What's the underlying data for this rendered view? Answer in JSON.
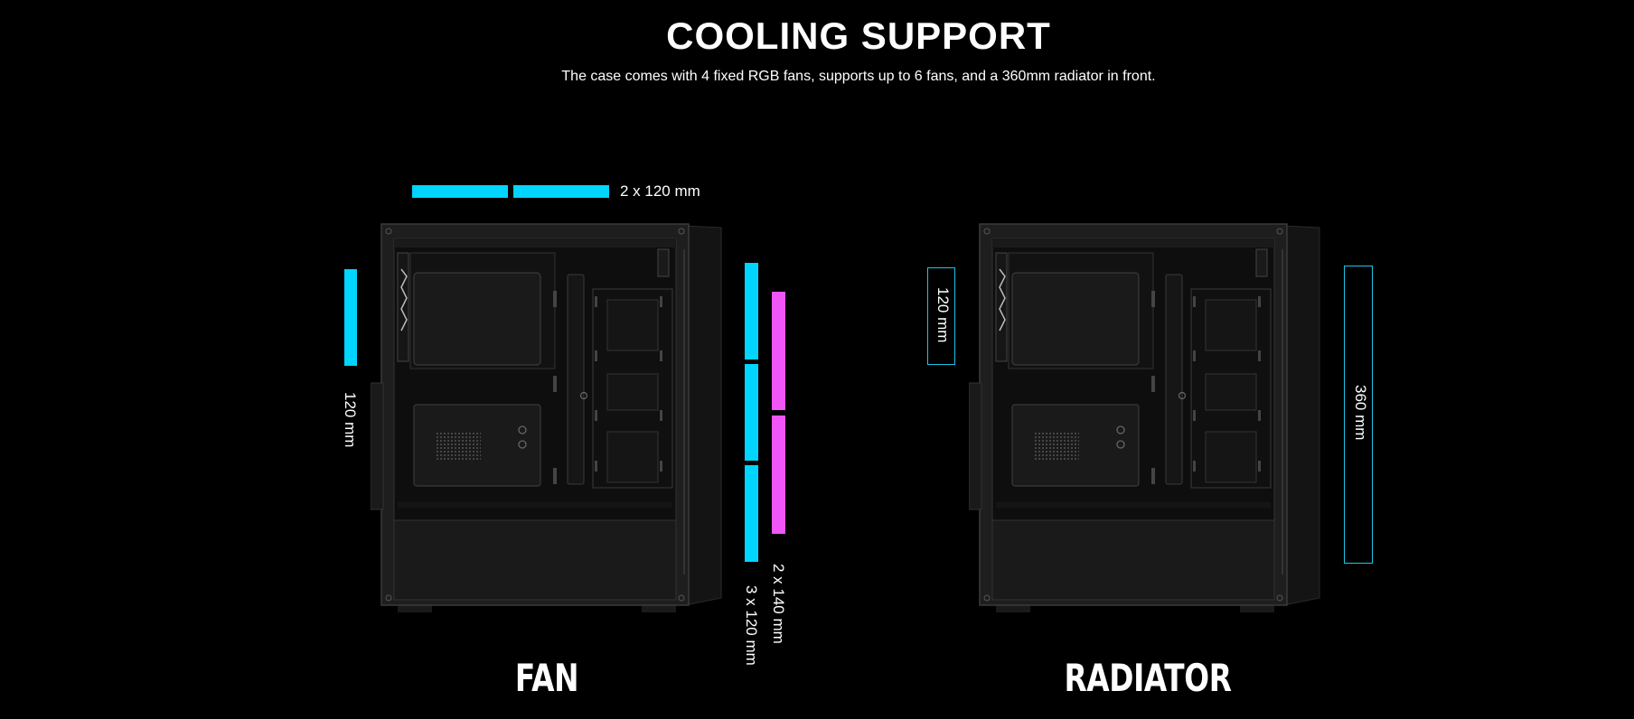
{
  "header": {
    "title": "COOLING SUPPORT",
    "subtitle": "The case comes with 4 fixed RGB fans, supports up to 6 fans, and a 360mm radiator in front."
  },
  "fan_diagram": {
    "label": "FAN",
    "top_dimension": "2 x 120 mm",
    "rear_dimension": "120 mm",
    "front_dimension_120": "3 x 120 mm",
    "front_dimension_140": "2 x 140 mm"
  },
  "radiator_diagram": {
    "label": "RADIATOR",
    "rear_dimension": "120 mm",
    "front_dimension": "360 mm"
  },
  "colors": {
    "background": "#000000",
    "cyan_marker": "#00d4ff",
    "magenta_marker": "#f055f7",
    "outline_marker": "#1cc6e8",
    "case_body": "#1c1c1c",
    "case_edge": "#3a3a3a"
  }
}
